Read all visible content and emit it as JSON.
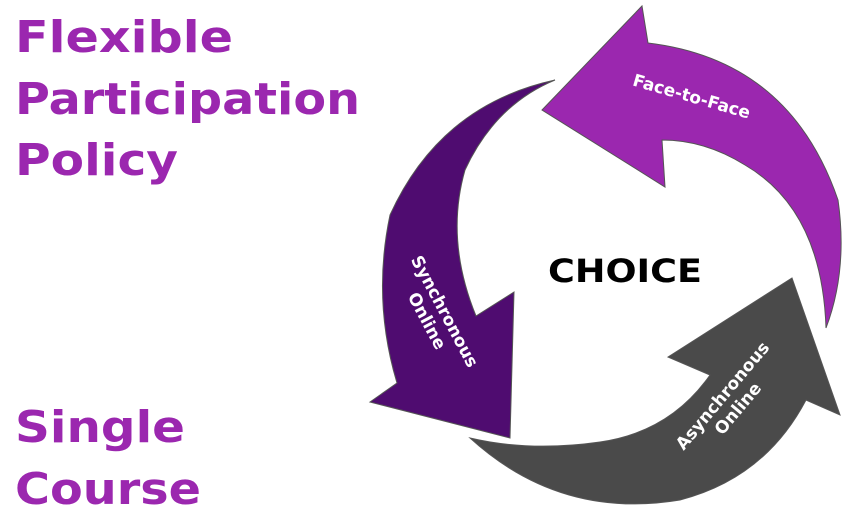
{
  "title_lines": [
    "Flexible",
    "Participation",
    "Policy"
  ],
  "subtitle_lines": [
    "Single",
    "Course"
  ],
  "center_label": "CHOICE",
  "cycle": [
    {
      "label_lines": [
        "Face-to-Face"
      ],
      "color": "#9b27af"
    },
    {
      "label_lines": [
        "Synchronous",
        "Online"
      ],
      "color": "#4f0c70"
    },
    {
      "label_lines": [
        "Asynchronous",
        "Online"
      ],
      "color": "#4a4a4a"
    }
  ],
  "colors": {
    "title": "#9b27af",
    "center": "#000000",
    "label": "#ffffff"
  }
}
